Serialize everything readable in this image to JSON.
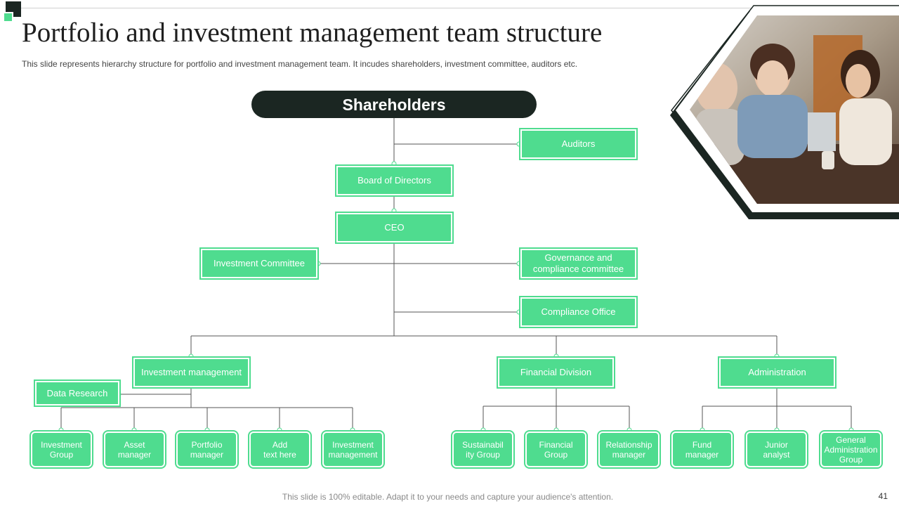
{
  "title": "Portfolio and investment management team structure",
  "subtitle": "This slide represents hierarchy structure for portfolio and investment management team. It incudes shareholders, investment committee, auditors etc.",
  "footer": "This slide is 100% editable. Adapt it to your needs and capture your audience's attention.",
  "page_number": "41",
  "colors": {
    "accent": "#4fdc8f",
    "dark": "#1b2622",
    "line": "#555555"
  },
  "org": {
    "shareholders": "Shareholders",
    "auditors": "Auditors",
    "board": "Board of Directors",
    "ceo": "CEO",
    "investment_committee": "Investment Committee",
    "governance": "Governance and compliance committee",
    "compliance_office": "Compliance Office",
    "investment_management": "Investment management",
    "financial_division": "Financial Division",
    "administration": "Administration",
    "data_research": "Data Research",
    "investment_children": [
      "Investment\nGroup",
      "Asset\nmanager",
      "Portfolio\nmanager",
      "Add\ntext here",
      "Investment\nmanagement"
    ],
    "financial_children": [
      "Sustainabil\nity Group",
      "Financial\nGroup",
      "Relationship\nmanager"
    ],
    "administration_children": [
      "Fund\nmanager",
      "Junior\nanalyst",
      "General\nAdministration\nGroup"
    ]
  }
}
